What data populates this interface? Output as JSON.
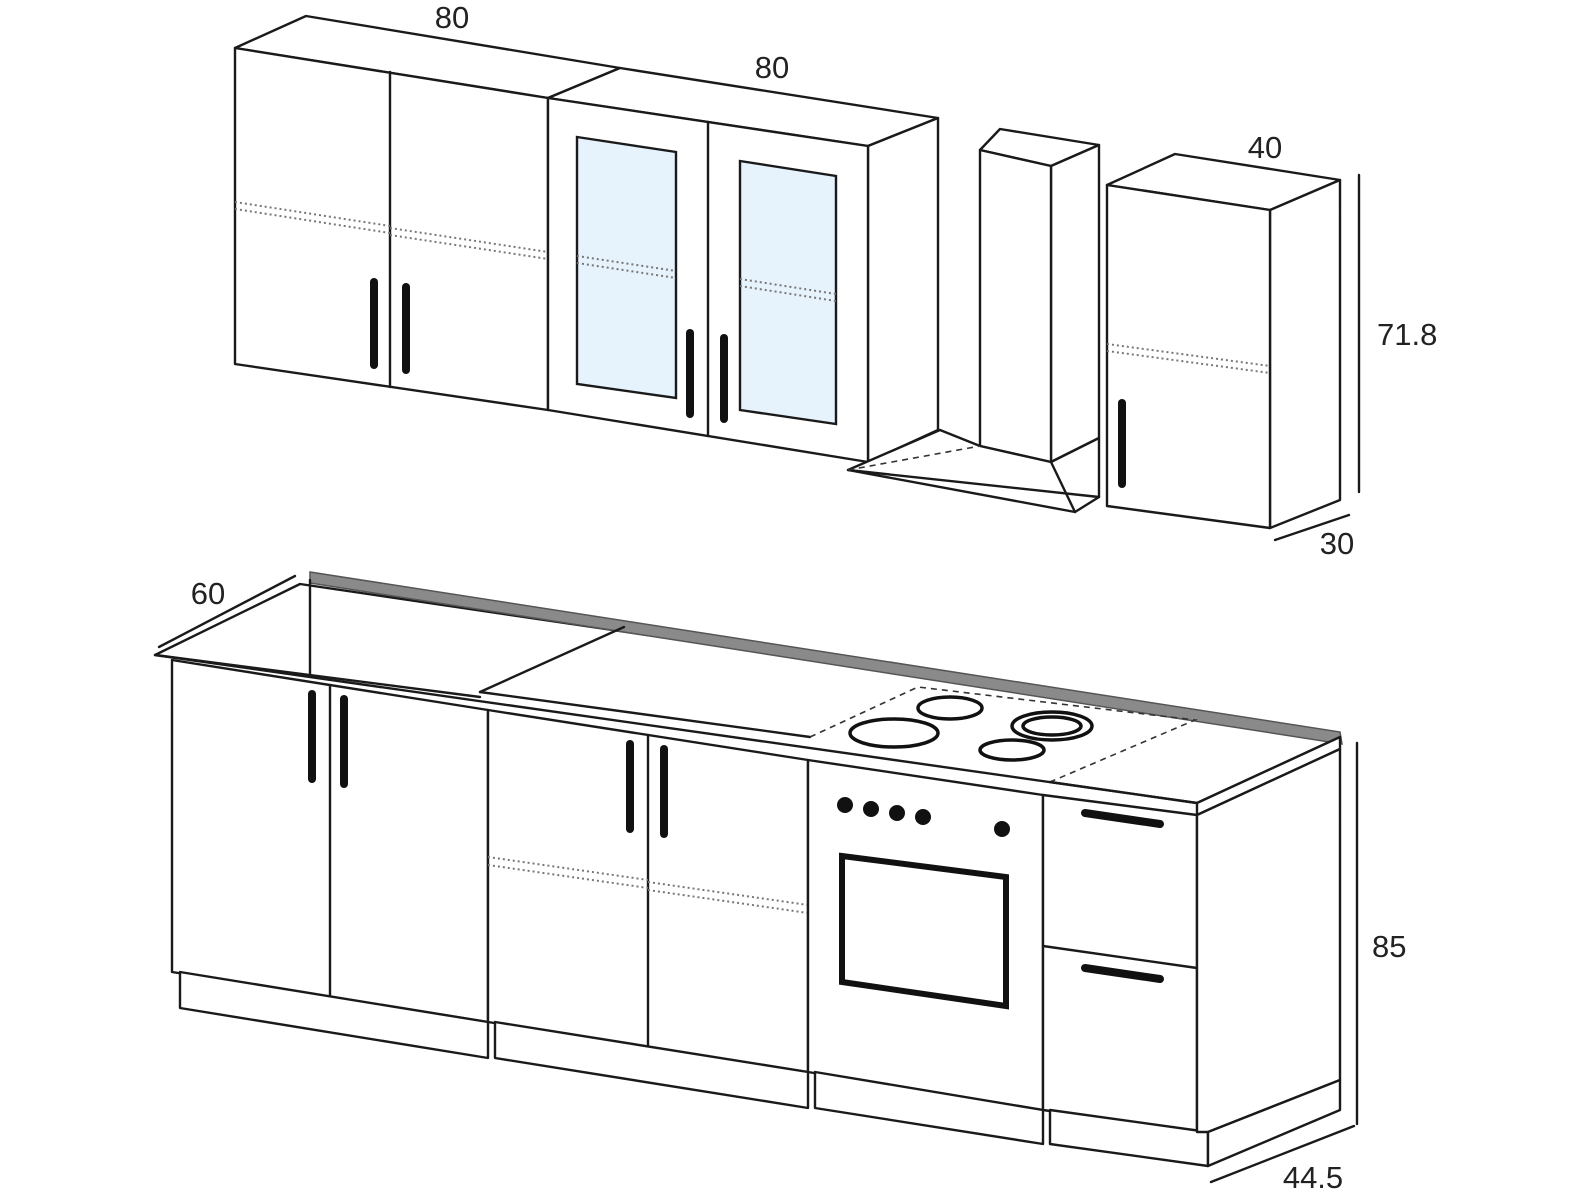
{
  "dimensions": {
    "upper_left_width": "80",
    "upper_middle_width": "80",
    "upper_right_width": "40",
    "upper_height": "71.8",
    "upper_depth": "30",
    "base_depth": "60",
    "base_height": "85",
    "base_side_depth": "44.5"
  },
  "colors": {
    "line": "#1a1a1a",
    "glass": "#e6f2fc",
    "countertop_edge": "#8a8a8a",
    "background": "#ffffff"
  }
}
